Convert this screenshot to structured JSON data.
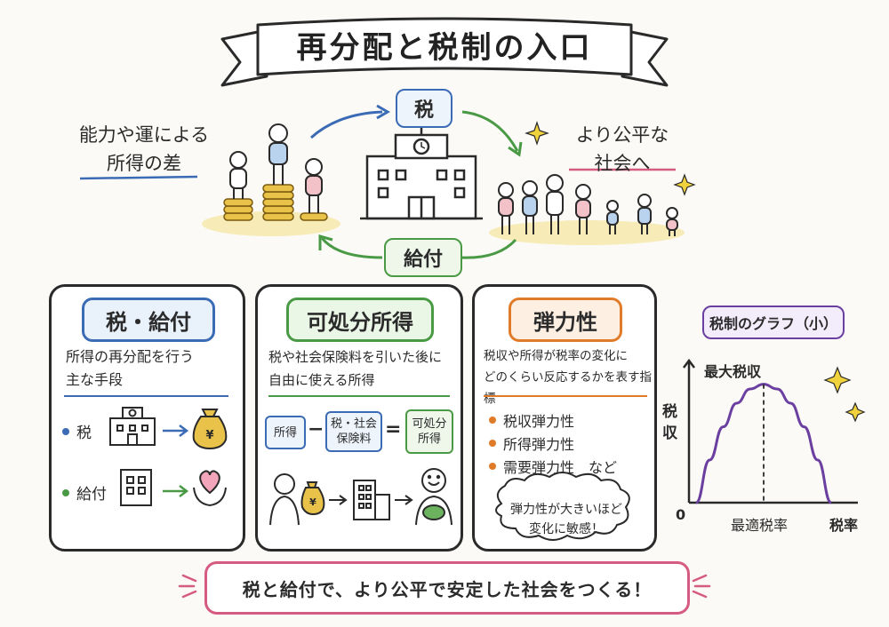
{
  "title": "再分配と税制の入口",
  "top": {
    "tax_label": "税",
    "benefit_label": "給付",
    "difference_text": [
      "能力や運による",
      "所得の差"
    ],
    "fair_text": [
      "より公平な",
      "社会へ"
    ]
  },
  "panels": {
    "tax_benefit": {
      "title": "税・給付",
      "description": [
        "所得の再分配を行う",
        "主な手段"
      ],
      "rows": [
        {
          "label": "税",
          "dot_color": "#3b6bb5"
        },
        {
          "label": "給付",
          "dot_color": "#4a9a45"
        }
      ],
      "yen_symbol": "¥"
    },
    "disposable_income": {
      "title": "可処分所得",
      "description": [
        "税や社会保険料を引いた後に",
        "自由に使える所得"
      ],
      "equation": {
        "income": "所得",
        "minus": "−",
        "deduction": [
          "税・社会",
          "保険料"
        ],
        "equals": "=",
        "result": [
          "可処分",
          "所得"
        ]
      },
      "yen_symbol": "¥"
    },
    "elasticity": {
      "title": "弾力性",
      "description": [
        "税収や所得が税率の変化に",
        "どのくらい反応するかを表す指標"
      ],
      "bullets": [
        "税収弾力性",
        "所得弾力性",
        "需要弾力性　など"
      ],
      "note": [
        "弾力性が大きいほど",
        "変化に敏感！"
      ]
    }
  },
  "chart_data": {
    "type": "line",
    "title": "税制のグラフ（小）",
    "xlabel": "税率",
    "ylabel": "税収",
    "origin_label": "0",
    "peak_label": "最大税収",
    "optimal_label": "最適税率",
    "x": [
      0,
      0.1,
      0.2,
      0.3,
      0.4,
      0.5,
      0.6,
      0.7,
      0.8,
      0.9,
      1.0
    ],
    "values": [
      0,
      0.36,
      0.64,
      0.84,
      0.96,
      1.0,
      0.96,
      0.84,
      0.64,
      0.36,
      0
    ],
    "peak_x": 0.5,
    "xlim": [
      0,
      1
    ],
    "ylim": [
      0,
      1.2
    ]
  },
  "footer": "税と給付で、より公平で安定した社会をつくる！",
  "colors": {
    "blue": "#3b6bb5",
    "green": "#4a9a45",
    "orange": "#e07b2a",
    "purple": "#6a3fa0",
    "pink": "#d65b82",
    "gold": "#e9c24a"
  }
}
